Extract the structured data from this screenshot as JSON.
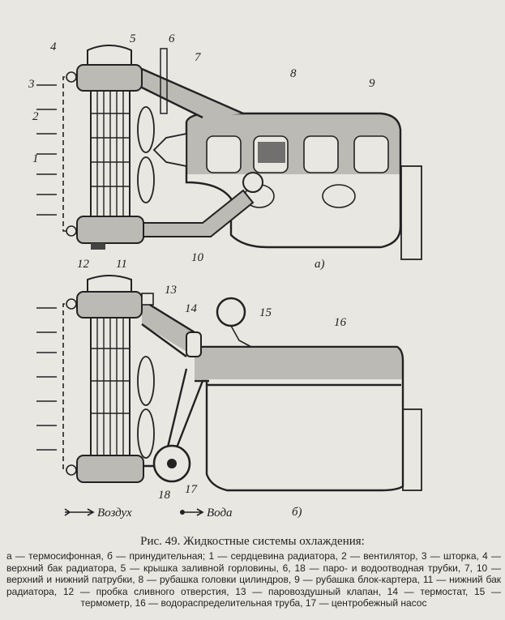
{
  "figure": {
    "panel_a_label": "а)",
    "panel_b_label": "б)",
    "legend": {
      "air": "Воздух",
      "water": "Вода"
    },
    "callouts_a": [
      "1",
      "2",
      "3",
      "4",
      "5",
      "6",
      "7",
      "8",
      "9",
      "10",
      "11",
      "12"
    ],
    "callouts_b": [
      "13",
      "14",
      "15",
      "16",
      "17",
      "18"
    ]
  },
  "caption": {
    "title": "Рис. 49. Жидкостные системы охлаждения:",
    "text": "а — термосифонная, б — принудительная; 1 — сердцевина радиатора, 2 — вентилятор, 3 — шторка, 4 — верхний бак радиатора, 5 — крышка заливной горловины, 6, 18 — паро- и водоотводная трубки, 7, 10 — верхний и нижний патрубки, 8 — рубашка головки цилиндров, 9 — рубашка блок-картера, 11 — нижний бак радиатора, 12 — пробка сливного отверстия, 13 — паровоздушный клапан, 14 — термостат, 15 — термометр, 16 — водораспределительная труба, 17 — центробежный насос"
  }
}
